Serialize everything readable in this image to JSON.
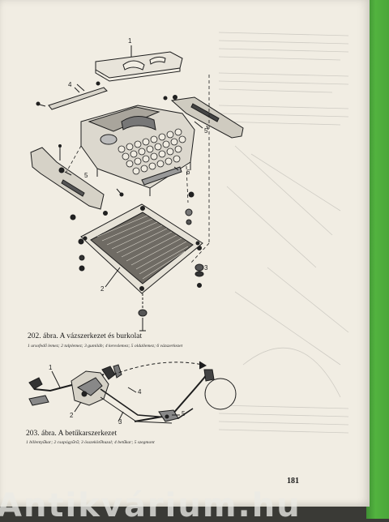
{
  "figure_202": {
    "title": "202. ábra. A vázszerkezet és burkolat",
    "legend": "1 ursofedő lemez; 2 talplemez; 3 gumiláb; 4 kereslemez; 5 oldallemez; 6 vázszerkezet",
    "callouts": [
      "1",
      "4",
      "5",
      "5",
      "6",
      "3",
      "2"
    ]
  },
  "figure_203": {
    "title": "203. ábra. A betűkarszerkezet",
    "legend": "1 billentyűkar; 2 csapógyűrű; 3 összekötőhuzal; 4 betűkar; 5 szegmont",
    "callouts": [
      "1",
      "2",
      "3",
      "4",
      "5"
    ]
  },
  "page_number": "181",
  "watermark": "Antikvárium.hu"
}
